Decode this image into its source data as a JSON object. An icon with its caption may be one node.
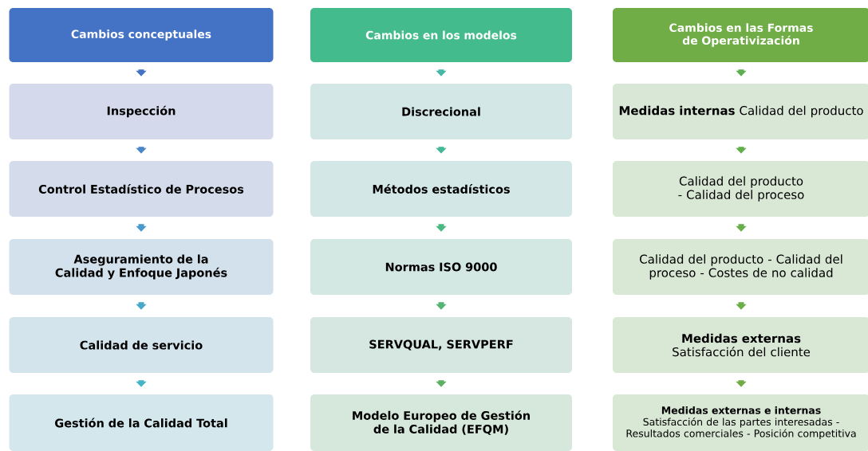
{
  "diagram": {
    "nodes": [
      {
        "text": [
          "Cambios conceptuales"
        ]
      },
      {
        "text": [
          "Inspección"
        ]
      },
      {
        "text": [
          "Control Estadístico de Procesos"
        ]
      },
      {
        "text": [
          "Aseguramiento de la Calidad y Enfoque Japonés"
        ]
      },
      {
        "text": [
          "Calidad de servicio"
        ]
      },
      {
        "text": [
          "Gestión de la Calidad Total"
        ]
      },
      {
        "text": [
          "Cambios en los modelos"
        ]
      },
      {
        "text": [
          "Discrecional"
        ]
      },
      {
        "text": [
          "Métodos estadísticos"
        ]
      },
      {
        "text": [
          "Normas ISO 9000"
        ]
      },
      {
        "text": [
          "SERVQUAL, SERVPERF"
        ]
      },
      {
        "text": [
          "Modelo Europeo de Gestión de la Calidad (EFQM)"
        ]
      },
      {
        "text": [
          "Cambios en las Formas de Operativización"
        ]
      },
      {
        "text": [
          "**Medidas internas** Calidad del producto"
        ]
      },
      {
        "text": [
          "Calidad del producto - Calidad del proceso"
        ]
      },
      {
        "text": [
          "Calidad del producto - Calidad del proceso - Costes de no calidad"
        ]
      },
      {
        "text": [
          "**Medidas externas** Satisfacción del cliente"
        ]
      },
      {
        "text": [
          "Medidas externas e internas",
          "Satisfacción de las partes interesadas - Resultados comerciales - Posición competitiva"
        ]
      }
    ],
    "edges": [
      {
        "from": 0,
        "to": 1,
        "arrow": "to",
        "color": "#4472c4"
      },
      {
        "from": 1,
        "to": 2,
        "arrow": "to",
        "color": "#4a86c8"
      },
      {
        "from": 2,
        "to": 3,
        "arrow": "to",
        "color": "#4a98cc"
      },
      {
        "from": 3,
        "to": 4,
        "arrow": "to",
        "color": "#48a8c8"
      },
      {
        "from": 4,
        "to": 5,
        "arrow": "to",
        "color": "#46b4c4"
      },
      {
        "from": 6,
        "to": 7,
        "arrow": "to",
        "color": "#46b8a8"
      },
      {
        "from": 7,
        "to": 8,
        "arrow": "to",
        "color": "#46b896"
      },
      {
        "from": 8,
        "to": 9,
        "arrow": "to",
        "color": "#4cb882"
      },
      {
        "from": 9,
        "to": 10,
        "arrow": "to",
        "color": "#54b474"
      },
      {
        "from": 10,
        "to": 11,
        "arrow": "to",
        "color": "#5cb064"
      },
      {
        "from": 12,
        "to": 13,
        "arrow": "to",
        "color": "#5cb050"
      },
      {
        "from": 13,
        "to": 14,
        "arrow": "to",
        "color": "#62b04c"
      },
      {
        "from": 14,
        "to": 15,
        "arrow": "to",
        "color": "#68ae4a"
      },
      {
        "from": 15,
        "to": 16,
        "arrow": "to",
        "color": "#6cae48"
      },
      {
        "from": 16,
        "to": 17,
        "arrow": "to",
        "color": "#70ad47"
      }
    ]
  }
}
